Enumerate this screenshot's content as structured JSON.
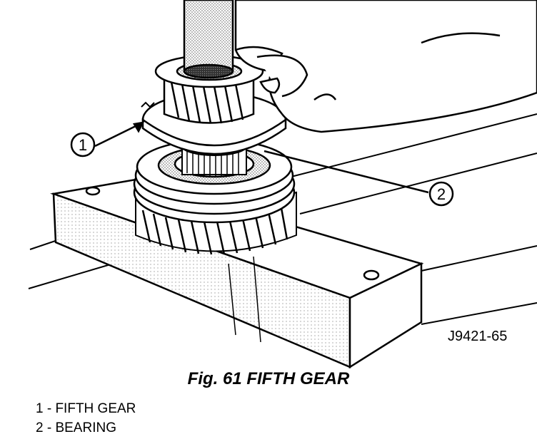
{
  "figure": {
    "code": "J9421-65",
    "caption": "Fig. 61 FIFTH GEAR",
    "callouts": [
      "1",
      "2"
    ],
    "legend": [
      "1 - FIFTH GEAR",
      "2 - BEARING"
    ]
  }
}
